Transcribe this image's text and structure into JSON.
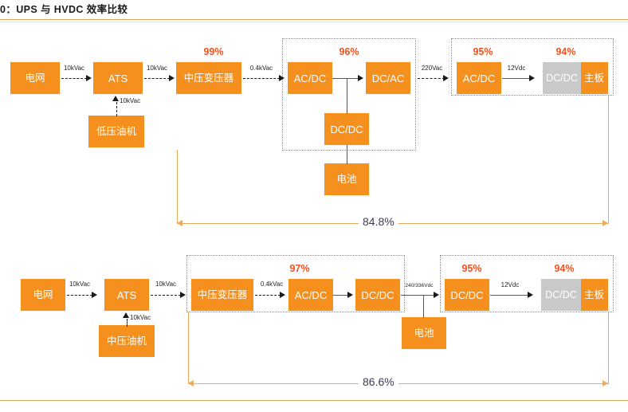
{
  "header": {
    "title": "0：UPS 与 HVDC 效率比较",
    "rule_color": "#d9a95f"
  },
  "footer": {
    "note": ""
  },
  "theme": {
    "box_orange": "#f5901e",
    "subbox_gray": "#c9c9c9",
    "percent_color": "#f4511e",
    "dim_color": "#eda95c",
    "group_border": "#8c8c8c",
    "connector_color": "#58585a"
  },
  "diagram": {
    "rows": [
      {
        "name": "ups-chain",
        "total_efficiency": "84.8%",
        "blocks": [
          {
            "id": "grid",
            "label": "电网"
          },
          {
            "id": "ats",
            "label": "ATS"
          },
          {
            "id": "gen",
            "label": "低压油机"
          },
          {
            "id": "mv-xfmr",
            "label": "中压变压器"
          },
          {
            "id": "acdc-1",
            "label": "AC/DC"
          },
          {
            "id": "dcac",
            "label": "DC/AC"
          },
          {
            "id": "dcdc-bat",
            "label": "DC/DC"
          },
          {
            "id": "battery",
            "label": "电池"
          },
          {
            "id": "acdc-2",
            "label": "AC/DC"
          },
          {
            "id": "board-dcdc",
            "label": "DC/DC"
          },
          {
            "id": "board",
            "label": "主板"
          }
        ],
        "edge_labels": [
          {
            "id": "grid-ats",
            "label": "10kVac"
          },
          {
            "id": "ats-xfmr",
            "label": "10kVac"
          },
          {
            "id": "gen-ats",
            "label": "10kVac"
          },
          {
            "id": "xfmr-acdc",
            "label": "0.4kVac"
          },
          {
            "id": "dcac-acdc2",
            "label": "220Vac"
          },
          {
            "id": "acdc2-board",
            "label": "12Vdc"
          }
        ],
        "efficiencies": [
          {
            "id": "eff-xfmr",
            "value": "99%"
          },
          {
            "id": "eff-ups",
            "value": "96%"
          },
          {
            "id": "eff-psu",
            "value": "95%"
          },
          {
            "id": "eff-board",
            "value": "94%"
          }
        ]
      },
      {
        "name": "hvdc-chain",
        "total_efficiency": "86.6%",
        "blocks": [
          {
            "id": "grid",
            "label": "电网"
          },
          {
            "id": "ats",
            "label": "ATS"
          },
          {
            "id": "gen",
            "label": "中压油机"
          },
          {
            "id": "mv-xfmr",
            "label": "中压变压器"
          },
          {
            "id": "acdc",
            "label": "AC/DC"
          },
          {
            "id": "dcdc-1",
            "label": "DC/DC"
          },
          {
            "id": "battery",
            "label": "电池"
          },
          {
            "id": "dcdc-2",
            "label": "DC/DC"
          },
          {
            "id": "board-dcdc",
            "label": "DC/DC"
          },
          {
            "id": "board",
            "label": "主板"
          }
        ],
        "edge_labels": [
          {
            "id": "grid-ats",
            "label": "10kVac"
          },
          {
            "id": "ats-xfmr",
            "label": "10kVac"
          },
          {
            "id": "gen-ats",
            "label": "10kVac"
          },
          {
            "id": "xfmr-acdc",
            "label": "0.4kVac"
          },
          {
            "id": "dcdc1-dcdc2",
            "label": "240/336Vdc"
          },
          {
            "id": "dcdc2-board",
            "label": "12Vdc"
          }
        ],
        "efficiencies": [
          {
            "id": "eff-front",
            "value": "97%"
          },
          {
            "id": "eff-conv",
            "value": "95%"
          },
          {
            "id": "eff-board",
            "value": "94%"
          }
        ]
      }
    ]
  }
}
